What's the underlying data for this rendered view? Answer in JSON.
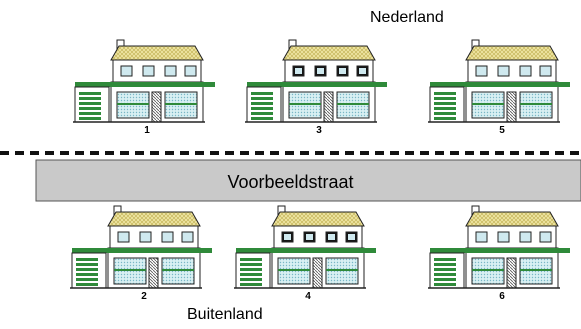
{
  "labels": {
    "top_country": "Nederland",
    "bottom_country": "Buitenland",
    "street": "Voorbeeldstraat"
  },
  "houses_top": [
    {
      "number": "1",
      "window_style": "light"
    },
    {
      "number": "3",
      "window_style": "dark"
    },
    {
      "number": "5",
      "window_style": "light"
    }
  ],
  "houses_bottom": [
    {
      "number": "2",
      "window_style": "light"
    },
    {
      "number": "4",
      "window_style": "dark"
    },
    {
      "number": "6",
      "window_style": "light"
    }
  ],
  "colors": {
    "roof": "#f2e9a8",
    "roof_pattern": "#c9bb63",
    "window": "#cfe9ef",
    "window_dark": "#151515",
    "garage_stripe": "#2f8a3a",
    "road": "#c9c9c9",
    "border_dash": "#111111"
  }
}
